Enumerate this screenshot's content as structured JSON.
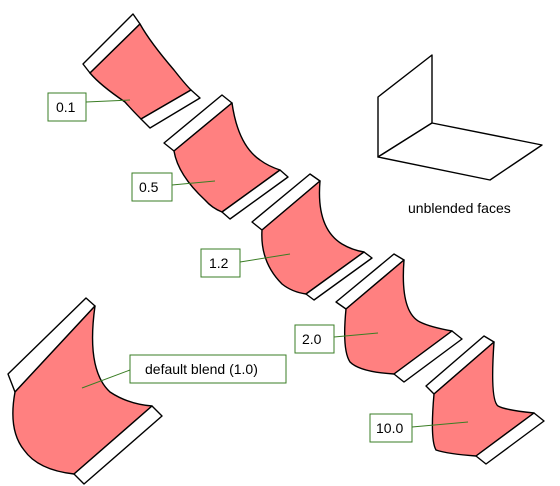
{
  "callouts": {
    "c01": "0.1",
    "c05": "0.5",
    "c12": "1.2",
    "c20": "2.0",
    "c100": "10.0",
    "default": "default blend (1.0)"
  },
  "caption": "unblended faces",
  "colors": {
    "blend": "#ff8080",
    "callout_border": "#3a7d24",
    "outline": "#000000"
  }
}
